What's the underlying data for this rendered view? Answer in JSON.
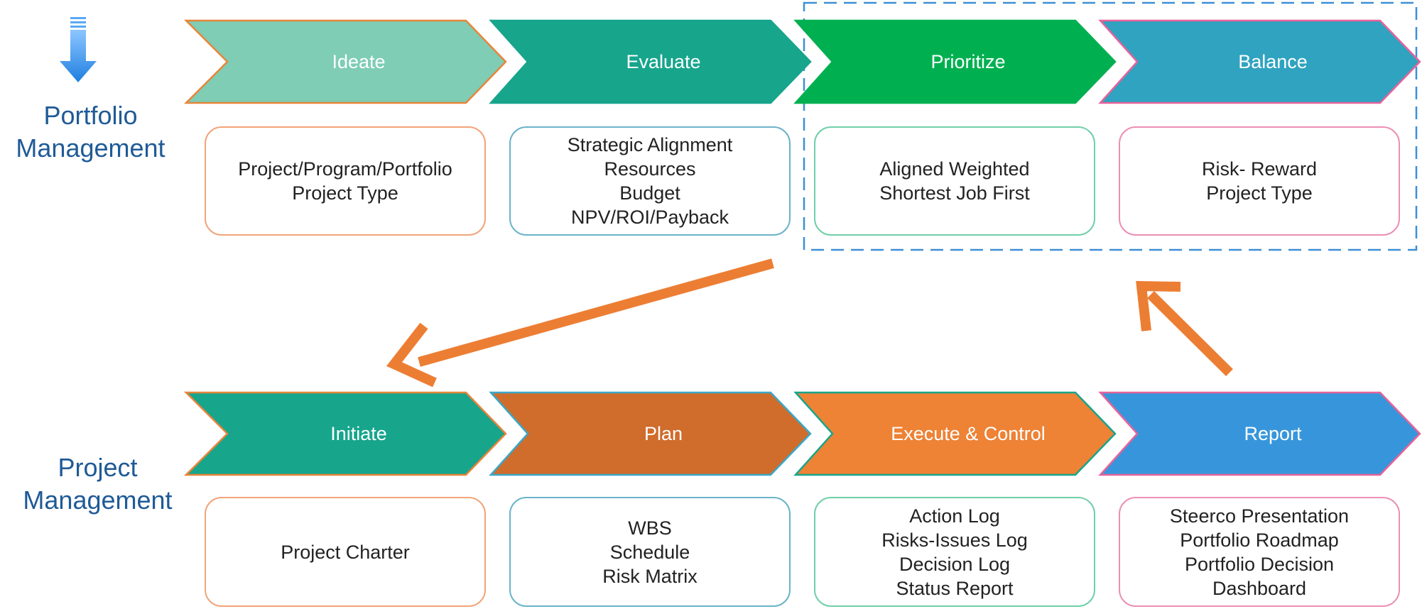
{
  "portfolio": {
    "label_lines": [
      "Portfolio",
      "Management"
    ],
    "stages": [
      {
        "label": "Ideate",
        "color": "#7ecdb4",
        "border": "#e8843a",
        "items": [
          "Project/Program/Portfolio",
          "Project Type"
        ],
        "box_border": "#f2a47a"
      },
      {
        "label": "Evaluate",
        "color": "#17a58c",
        "border": "#17a58c",
        "items": [
          "Strategic Alignment",
          "Resources",
          "Budget",
          "NPV/ROI/Payback"
        ],
        "box_border": "#6bb3c9"
      },
      {
        "label": "Prioritize",
        "color": "#00b050",
        "border": "#00b050",
        "items": [
          "Aligned Weighted",
          "Shortest Job First"
        ],
        "box_border": "#6fcfa8"
      },
      {
        "label": "Balance",
        "color": "#2fa3c0",
        "border": "#e7639a",
        "items": [
          "Risk- Reward",
          "Project Type"
        ],
        "box_border": "#ec8fb5"
      }
    ]
  },
  "project": {
    "label_lines": [
      "Project",
      "Management"
    ],
    "stages": [
      {
        "label": "Initiate",
        "color": "#17a58c",
        "border": "#e8843a",
        "items": [
          "Project Charter"
        ],
        "box_border": "#f2a47a"
      },
      {
        "label": "Plan",
        "color": "#d06c2c",
        "border": "#3aa8c8",
        "items": [
          "WBS",
          "Schedule",
          "Risk Matrix"
        ],
        "box_border": "#6bb3c9"
      },
      {
        "label": "Execute & Control",
        "color": "#ee8235",
        "border": "#17a58c",
        "items": [
          "Action Log",
          "Risks-Issues Log",
          "Decision Log",
          "Status Report"
        ],
        "box_border": "#6fcfa8"
      },
      {
        "label": "Report",
        "color": "#3796db",
        "border": "#e7639a",
        "items": [
          "Steerco Presentation",
          "Portfolio Roadmap",
          "Portfolio Decision",
          "Dashboard"
        ],
        "box_border": "#ec8fb5"
      }
    ]
  },
  "colors": {
    "flow_arrow": "#ec7e34",
    "down_arrow": "#2e8fe6",
    "highlight_dash": "#3d8fd6",
    "label": "#1f5a96"
  }
}
